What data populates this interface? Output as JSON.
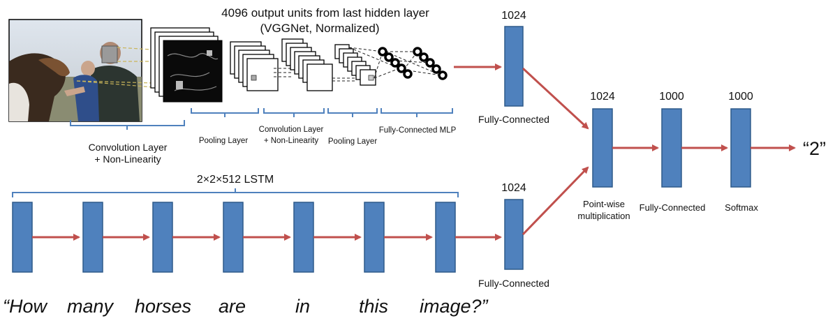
{
  "cnn": {
    "output_units_line1": "4096 output  units from last hidden layer",
    "output_units_line2": "(VGGNet, Normalized)",
    "conv1_label_line1": "Convolution Layer",
    "conv1_label_line2": "+ Non-Linearity",
    "pool1_label": "Pooling Layer",
    "conv2_label_line1": "Convolution Layer",
    "conv2_label_line2": "+ Non-Linearity",
    "pool2_label": "Pooling  Layer",
    "mlp_label": "Fully-Connected MLP"
  },
  "image_branch": {
    "size": "1024",
    "label": "Fully-Connected"
  },
  "lstm": {
    "title": "2×2×512 LSTM",
    "words": [
      "“How",
      "many",
      "horses",
      "are",
      "in",
      "this",
      "image?”"
    ]
  },
  "question_branch": {
    "size": "1024",
    "label": "Fully-Connected"
  },
  "fusion": {
    "pointwise_size": "1024",
    "pointwise_label_line1": "Point-wise",
    "pointwise_label_line2": "multiplication",
    "fc_size": "1000",
    "fc_label": "Fully-Connected",
    "softmax_size": "1000",
    "softmax_label": "Softmax"
  },
  "answer": "“2”",
  "colors": {
    "block": "#4f81bd",
    "arrow": "#c0504d",
    "brace": "#4f81bd"
  },
  "icons": [
    "photo-of-people-with-horses"
  ]
}
